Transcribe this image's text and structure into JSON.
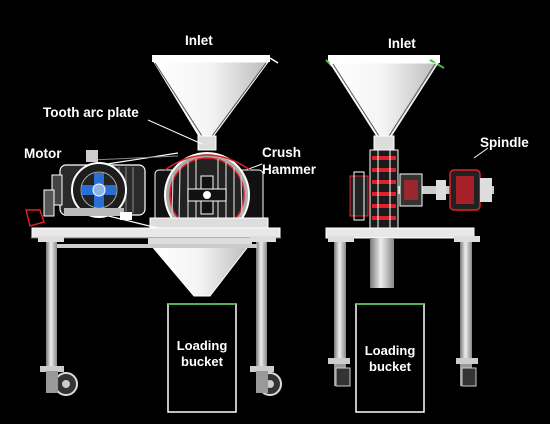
{
  "labels": {
    "inlet_left": "Inlet",
    "inlet_right": "Inlet",
    "tooth_arc_plate": "Tooth arc plate",
    "motor": "Motor",
    "crush_hammer_line1": "Crush",
    "crush_hammer_line2": "Hammer",
    "spindle": "Spindle",
    "bucket_left_line1": "Loading",
    "bucket_left_line2": "bucket",
    "bucket_right_line1": "Loading",
    "bucket_right_line2": "bucket"
  },
  "colors": {
    "background": "#000000",
    "line": "#ffffff",
    "accent_red": "#e0202a",
    "accent_blue": "#2a6fd6",
    "accent_green": "#3fbf3f",
    "metal": "#c8c8c8"
  }
}
